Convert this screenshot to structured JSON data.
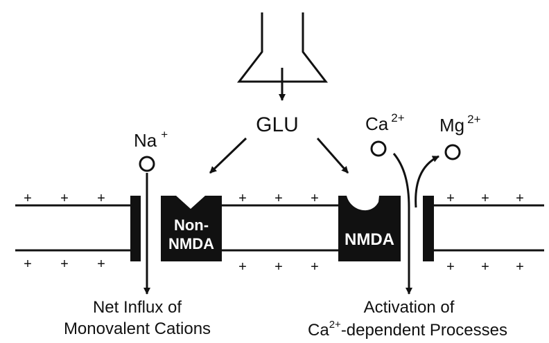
{
  "labels": {
    "glu": "GLU",
    "na": "Na",
    "na_charge": "+",
    "ca": "Ca",
    "ca_charge": "2+",
    "mg": "Mg",
    "mg_charge": "2+",
    "non_nmda_line1": "Non-",
    "non_nmda_line2": "NMDA",
    "nmda": "NMDA",
    "plus": "+",
    "left_caption_line1": "Net Influx of",
    "left_caption_line2": "Monovalent Cations",
    "right_caption_line1": "Activation of",
    "right_caption_ca": "Ca",
    "right_caption_charge": "2+",
    "right_caption_rest": "-dependent Processes"
  },
  "colors": {
    "ink": "#111111",
    "background": "#ffffff"
  }
}
